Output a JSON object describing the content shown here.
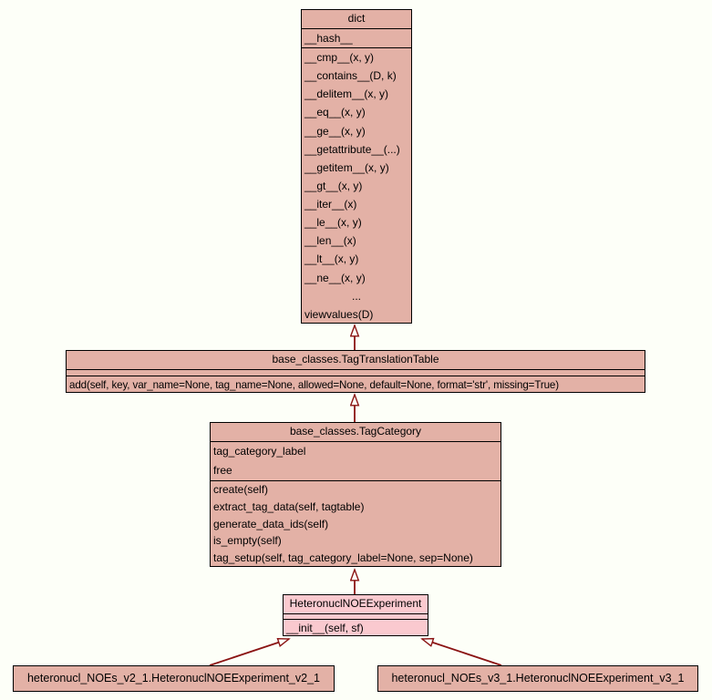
{
  "diagram": {
    "type": "uml-class-inheritance",
    "colors": {
      "background": "#fdfff8",
      "class_fill": "#e3b1a6",
      "highlight_fill": "#fac9cf",
      "box_border": "#000000",
      "edge": "#8b1414",
      "text": "#000000"
    },
    "classes": {
      "dict": {
        "title": "dict",
        "attributes": [
          "__hash__"
        ],
        "methods": [
          "__cmp__(x, y)",
          "__contains__(D, k)",
          "__delitem__(x, y)",
          "__eq__(x, y)",
          "__ge__(x, y)",
          "__getattribute__(...)",
          "__getitem__(x, y)",
          "__gt__(x, y)",
          "__iter__(x)",
          "__le__(x, y)",
          "__len__(x)",
          "__lt__(x, y)",
          "__ne__(x, y)",
          "...",
          "viewvalues(D)"
        ]
      },
      "tag_translation_table": {
        "title": "base_classes.TagTranslationTable",
        "attributes": [],
        "methods": [
          "add(self, key, var_name=None, tag_name=None, allowed=None, default=None, format='str', missing=True)"
        ]
      },
      "tag_category": {
        "title": "base_classes.TagCategory",
        "attributes": [
          "tag_category_label",
          "free"
        ],
        "methods": [
          "create(self)",
          "extract_tag_data(self, tagtable)",
          "generate_data_ids(self)",
          "is_empty(self)",
          "tag_setup(self, tag_category_label=None, sep=None)"
        ]
      },
      "heteronucl_noe_experiment": {
        "title": "HeteronuclNOEExperiment",
        "attributes": [],
        "methods": [
          "__init__(self, sf)"
        ]
      },
      "v2_1": {
        "title": "heteronucl_NOEs_v2_1.HeteronuclNOEExperiment_v2_1"
      },
      "v3_1": {
        "title": "heteronucl_NOEs_v3_1.HeteronuclNOEExperiment_v3_1"
      }
    },
    "relations": [
      {
        "child": "base_classes.TagTranslationTable",
        "parent": "dict",
        "type": "inheritance"
      },
      {
        "child": "base_classes.TagCategory",
        "parent": "base_classes.TagTranslationTable",
        "type": "inheritance"
      },
      {
        "child": "HeteronuclNOEExperiment",
        "parent": "base_classes.TagCategory",
        "type": "inheritance"
      },
      {
        "child": "heteronucl_NOEs_v2_1.HeteronuclNOEExperiment_v2_1",
        "parent": "HeteronuclNOEExperiment",
        "type": "inheritance"
      },
      {
        "child": "heteronucl_NOEs_v3_1.HeteronuclNOEExperiment_v3_1",
        "parent": "HeteronuclNOEExperiment",
        "type": "inheritance"
      }
    ]
  }
}
